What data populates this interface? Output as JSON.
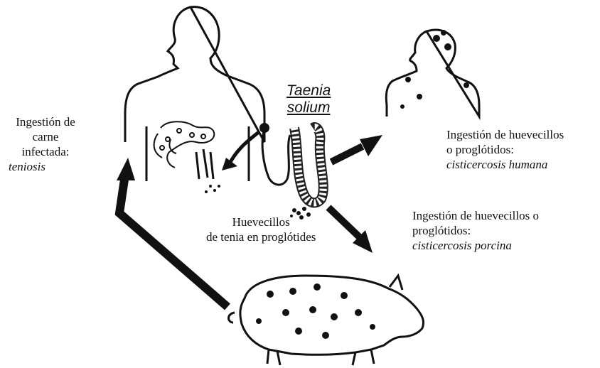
{
  "organism": [
    "Taenia",
    "solium"
  ],
  "labels": {
    "meat_ingestion": [
      "Ingestión de",
      "carne",
      "infectada:"
    ],
    "meat_result": "teniosis",
    "eggs": [
      "Huevecillos",
      "de tenia en proglótides"
    ],
    "human_ingestion": [
      "Ingestión de huevecillos",
      "o proglótidos:"
    ],
    "human_result": "cisticercosis humana",
    "pig_ingestion": [
      "Ingestión de huevecillos o",
      "proglótidos:"
    ],
    "pig_result": "cisticercosis porcina"
  },
  "colors": {
    "ink": "#111111",
    "background": "#ffffff"
  },
  "icons": [
    "human-silhouette-icon",
    "brain-cysts-icon",
    "tapeworm-icon",
    "pig-icon",
    "cycle-arrow-icon"
  ]
}
